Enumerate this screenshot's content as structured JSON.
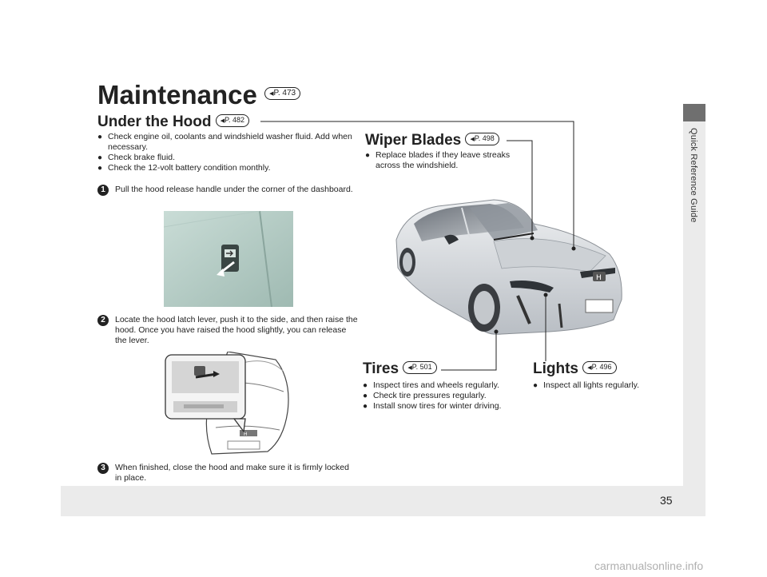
{
  "page": {
    "number": "35",
    "side_label": "Quick Reference Guide",
    "watermark": "carmanualsonline.info"
  },
  "title": {
    "text": "Maintenance",
    "ref": "P. 473"
  },
  "under_hood": {
    "heading": "Under the Hood",
    "ref": "P. 482",
    "bullets": [
      "Check engine oil, coolants and windshield washer fluid. Add when necessary.",
      "Check brake fluid.",
      "Check the 12-volt battery condition monthly."
    ],
    "steps": [
      {
        "num": "1",
        "text": "Pull the hood release handle under the corner of the dashboard."
      },
      {
        "num": "2",
        "text": "Locate the hood latch lever, push it to the side, and then raise the hood. Once you have raised the hood slightly, you can release the lever."
      },
      {
        "num": "3",
        "text": "When finished, close the hood and make sure it is firmly locked in place."
      }
    ]
  },
  "wiper": {
    "heading": "Wiper Blades",
    "ref": "P. 498",
    "bullets": [
      "Replace blades if they leave streaks across the windshield."
    ]
  },
  "tires": {
    "heading": "Tires",
    "ref": "P. 501",
    "bullets": [
      "Inspect tires and wheels regularly.",
      "Check tire pressures regularly.",
      "Install snow tires for winter driving."
    ]
  },
  "lights": {
    "heading": "Lights",
    "ref": "P. 496",
    "bullets": [
      "Inspect all lights regularly."
    ]
  },
  "colors": {
    "accent_gray": "#6f6f6f",
    "band_gray": "#ebebeb",
    "text": "#222222"
  }
}
